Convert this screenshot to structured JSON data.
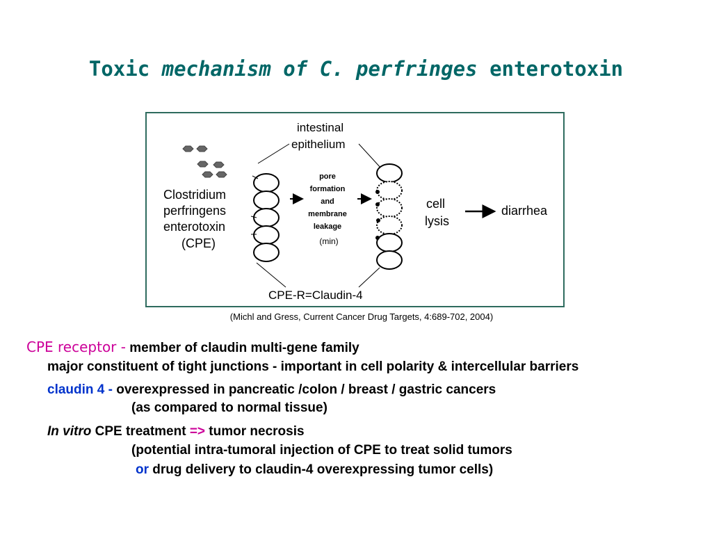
{
  "slide": {
    "title_part1": "Toxic",
    "title_part2": "mechanism of C. perfringes",
    "title_part3": "enterotoxin"
  },
  "figure": {
    "label_intestinal": "intestinal",
    "label_epithelium": "epithelium",
    "label_clostridium": "Clostridium",
    "label_perfringens": "perfringens",
    "label_enterotoxin": "enterotoxin",
    "label_cpe": "(CPE)",
    "pore_line1": "pore",
    "pore_line2": "formation",
    "pore_line3": "and",
    "pore_line4": "membrane",
    "pore_line5": "leakage",
    "pore_line6": "(min)",
    "label_cell": "cell",
    "label_lysis": "lysis",
    "label_diarrhea": "diarrhea",
    "label_receptor": "CPE-R=Claudin-4"
  },
  "citation": "(Michl and Gress, Current Cancer Drug Targets, 4:689-702, 2004)",
  "body": {
    "l1_head": "CPE receptor -",
    "l1_text": " member of claudin multi-gene family",
    "l2_text": "major constituent of tight junctions  - important in cell polarity & intercellular barriers",
    "l3_head": "claudin 4 -",
    "l3_text": " overexpressed in pancreatic /colon / breast / gastric cancers",
    "l4_text": "(as compared to normal tissue)",
    "l5_italic": "In vitro",
    "l5_text": " CPE treatment ",
    "l5_arrow": "=>",
    "l5_text2": " tumor necrosis",
    "l6_text": "(potential intra-tumoral injection of CPE to treat solid tumors",
    "l7_or": "or",
    "l7_text": " drug delivery to claudin-4 overexpressing tumor cells)"
  },
  "colors": {
    "title": "#006666",
    "receptor_head": "#cc0099",
    "claudin_head": "#0033cc",
    "figure_border": "#2e6b5e"
  }
}
